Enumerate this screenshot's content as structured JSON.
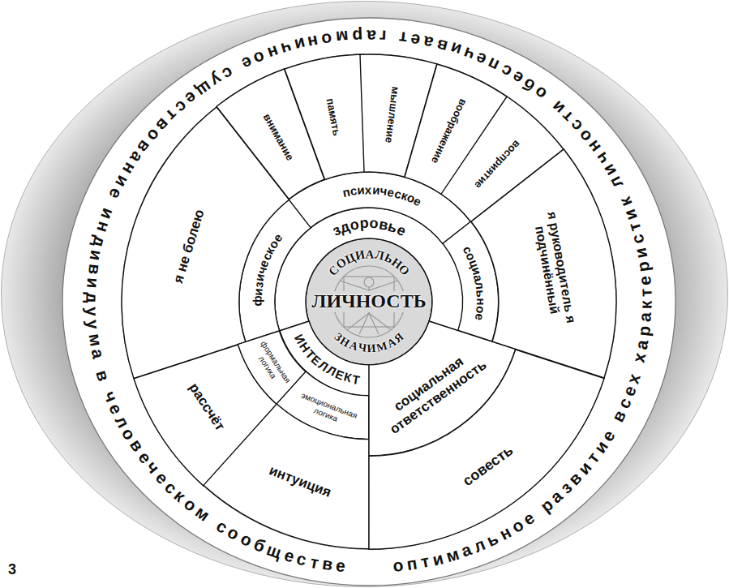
{
  "diagram": {
    "nodes": [
      {
        "text": [
          "оптимальное развитие всех характеристик личности обеспечивает гармоничное существование индивидуума в человеческом сообществе"
        ]
      },
      {
        "text": [
          "СОЦИАЛЬНО",
          "ЛИЧНОСТЬ",
          "ЗНАЧИМАЯ"
        ]
      },
      {
        "text": [
          "здоровье"
        ]
      },
      {
        "text": [
          "физическое"
        ]
      },
      {
        "text": [
          "психическое"
        ]
      },
      {
        "text": [
          "социальное"
        ]
      },
      {
        "text": [
          "я не болею"
        ]
      },
      {
        "text": [
          "внимание"
        ]
      },
      {
        "text": [
          "память"
        ]
      },
      {
        "text": [
          "мышление"
        ]
      },
      {
        "text": [
          "воображение"
        ]
      },
      {
        "text": [
          "восприятие"
        ]
      },
      {
        "text": [
          "я руководитель я подчинённый"
        ]
      },
      {
        "text": [
          "ИНТЕЛЛЕКТ"
        ]
      },
      {
        "text": [
          "формальная логика"
        ]
      },
      {
        "text": [
          "эмоциональная логика"
        ]
      },
      {
        "text": [
          "рассчёт"
        ]
      },
      {
        "text": [
          "интуиция"
        ]
      },
      {
        "text": [
          "социальная ответственность"
        ]
      },
      {
        "text": [
          "совесть"
        ]
      }
    ],
    "labels": [
      "3"
    ]
  }
}
